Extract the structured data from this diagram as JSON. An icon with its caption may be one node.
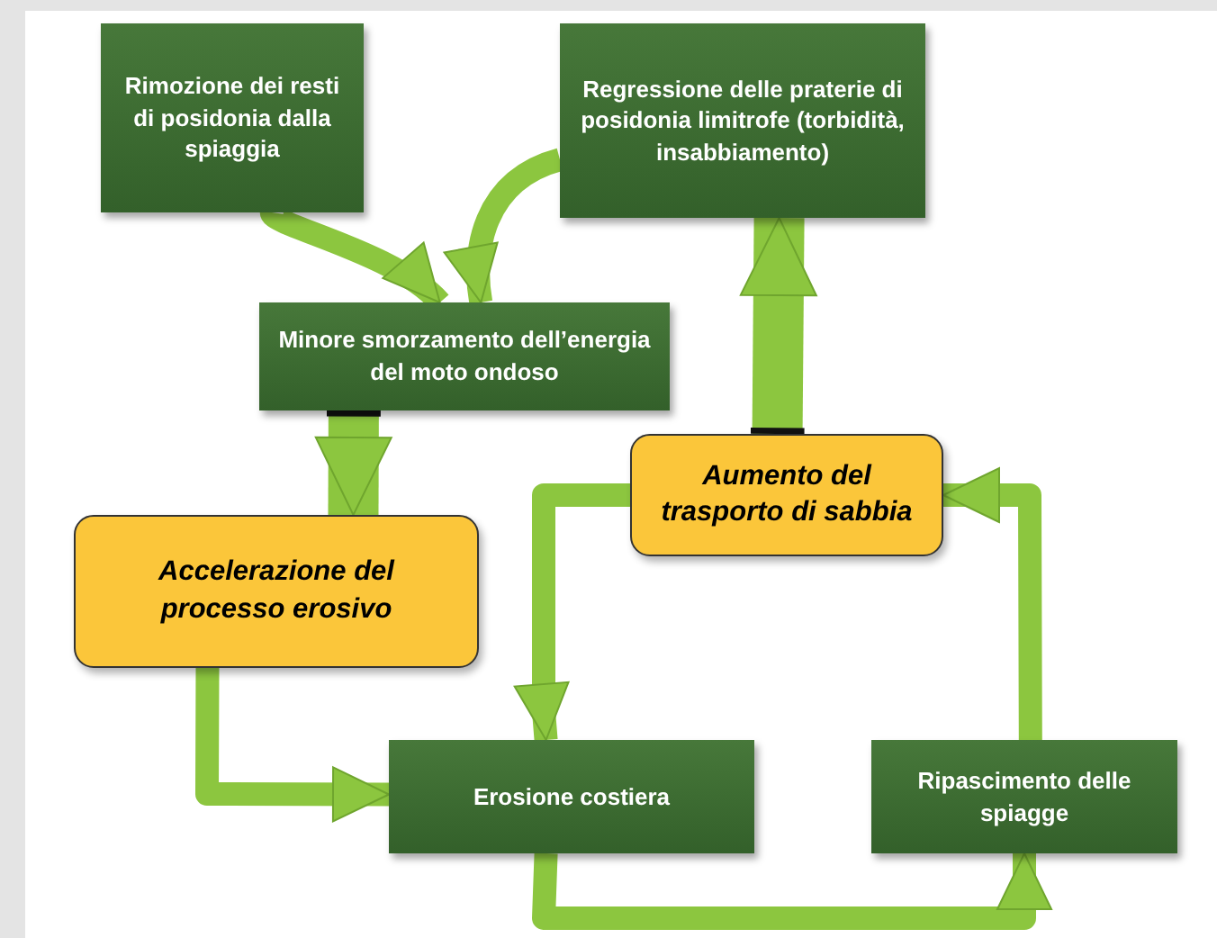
{
  "diagram": {
    "nodes": [
      {
        "text": [
          "Rimozione dei resti di posidonia dalla spiaggia"
        ]
      },
      {
        "text": [
          "Regressione delle praterie di posidonia limitrofe (torbidità, insabbiamento)"
        ]
      },
      {
        "text": [
          "Minore smorzamento dell’energia del moto ondoso"
        ]
      },
      {
        "text": [
          "Accelerazione del processo erosivo"
        ]
      },
      {
        "text": [
          "Aumento del trasporto di sabbia"
        ]
      },
      {
        "text": [
          "Erosione costiera"
        ]
      },
      {
        "text": [
          "Ripascimento delle spiagge"
        ]
      }
    ],
    "edges": [
      {
        "from": 0,
        "to": 2,
        "arrow": "to"
      },
      {
        "from": 1,
        "to": 2,
        "arrow": "to"
      },
      {
        "from": 2,
        "to": 3,
        "arrow": "to",
        "style": "thick"
      },
      {
        "from": 4,
        "to": 1,
        "arrow": "to",
        "style": "thick"
      },
      {
        "from": 4,
        "to": 5,
        "arrow": "to"
      },
      {
        "from": 3,
        "to": 5,
        "arrow": "to"
      },
      {
        "from": 5,
        "to": 6,
        "arrow": "to"
      },
      {
        "from": 6,
        "to": 4,
        "arrow": "to"
      }
    ]
  }
}
